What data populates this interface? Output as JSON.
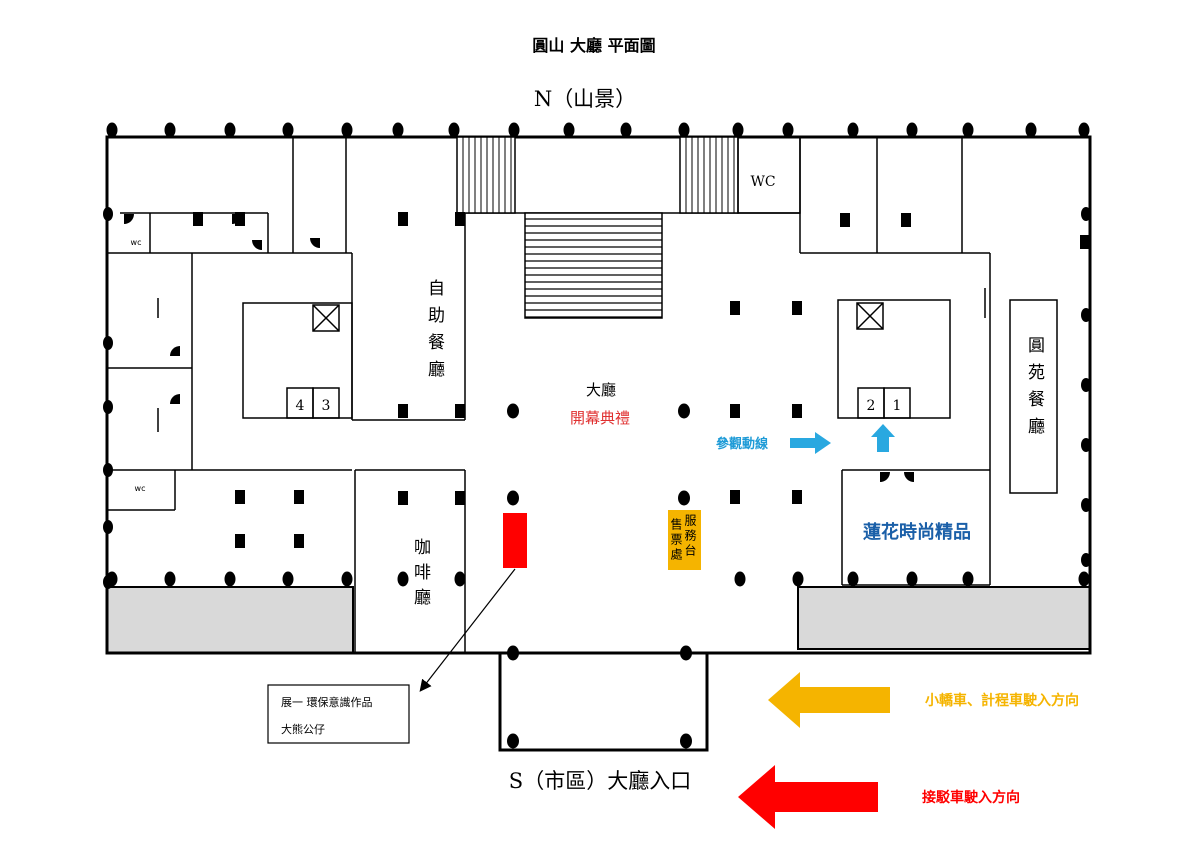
{
  "title": "圓山 大廳 平面圖",
  "compass": {
    "north": "N（山景）",
    "south": "S（市區）大廳入口"
  },
  "rooms": {
    "wc_top": "WC",
    "wc_left_upper": "wc",
    "wc_left_lower": "wc",
    "buffet": "自助餐廳",
    "yuan_yuan": "圓苑餐廳",
    "cafe": "咖啡廳",
    "lobby": "大廳",
    "boutique": "蓮花時尚精品",
    "service_desk": "服務台",
    "ticket_office": "售票處"
  },
  "elevators": {
    "left": [
      "4",
      "3"
    ],
    "right": [
      "2",
      "1"
    ]
  },
  "events": {
    "opening_ceremony": "開幕典禮",
    "visit_route": "參觀動線"
  },
  "exhibit": {
    "line1": "展一  環保意識作品",
    "line2": "大熊公仔"
  },
  "legend": [
    {
      "label": "小轎車、計程車駛入方向",
      "color": "#F5B400"
    },
    {
      "label": "接駁車駛入方向",
      "color": "#FF0000"
    }
  ],
  "colors": {
    "ceremony_marker": "#FF0000",
    "service_desk": "#F5B400",
    "route_arrow": "#29A8E0",
    "route_text": "#1E9BD7",
    "boutique_text": "#1A5FA8",
    "ceremony_text": "#E03030",
    "gray_area": "#D9D9D9"
  }
}
